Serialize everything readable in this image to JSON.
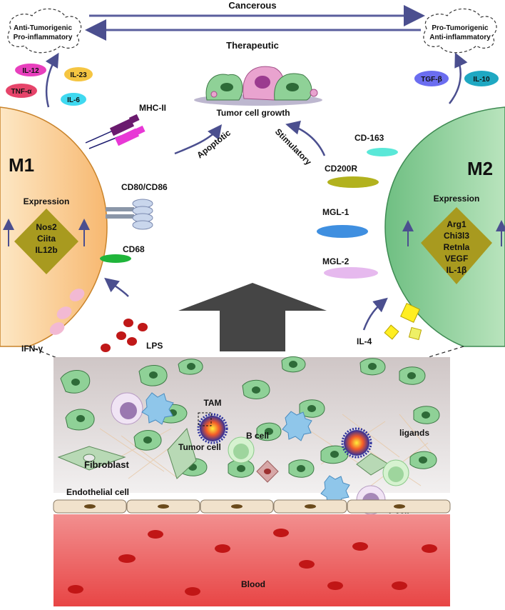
{
  "top": {
    "cancerous": "Cancerous",
    "therapeutic": "Therapeutic",
    "left_cloud": [
      "Anti-Tumorigenic",
      "Pro-inflammatory"
    ],
    "right_cloud": [
      "Pro-Tumorigenic",
      "Anti-inflammatory"
    ],
    "tumor_growth": "Tumor cell growth",
    "apoptotic": "Apoptotic",
    "stimulatory": "Stimulatory"
  },
  "m1": {
    "title": "M1",
    "expression": "Expression",
    "genes": [
      "Nos2",
      "Ciita",
      "IL12b"
    ],
    "cytokines": [
      {
        "label": "IL-12",
        "color": "#e83fbd"
      },
      {
        "label": "IL-23",
        "color": "#f5c542"
      },
      {
        "label": "TNF-α",
        "color": "#e6446a"
      },
      {
        "label": "IL-6",
        "color": "#3fd9f0"
      }
    ],
    "markers": {
      "mhc": "MHC-II",
      "cd80": "CD80/CD86",
      "cd68": "CD68"
    },
    "stimuli": {
      "ifn": "IFN-γ",
      "lps": "LPS"
    }
  },
  "m2": {
    "title": "M2",
    "expression": "Expression",
    "genes": [
      "Arg1",
      "Chi3l3",
      "Retnla",
      "VEGF",
      "IL-1β"
    ],
    "cytokines": [
      {
        "label": "TGF-β",
        "color": "#6b6df0"
      },
      {
        "label": "IL-10",
        "color": "#1fa8c2"
      }
    ],
    "markers": {
      "cd163": "CD-163",
      "cd200r": "CD200R",
      "mgl1": "MGL-1",
      "mgl2": "MGL-2"
    },
    "stimuli": {
      "il4": "IL-4"
    }
  },
  "tissue": {
    "tam": "TAM",
    "ligands": "ligands",
    "fibroblast": "Fibroblast",
    "tumor_cell": "Tumor cell",
    "b_cell": "B cell",
    "endothelial": "Endothelial cell",
    "t_cell": "T cell",
    "blood": "Blood"
  },
  "colors": {
    "m1_fill": "#f9c98a",
    "m2_fill": "#8fcf9a",
    "gene_box": "#a89a1f",
    "arrow": "#4b4f8f",
    "blood": "#e53b3b"
  }
}
